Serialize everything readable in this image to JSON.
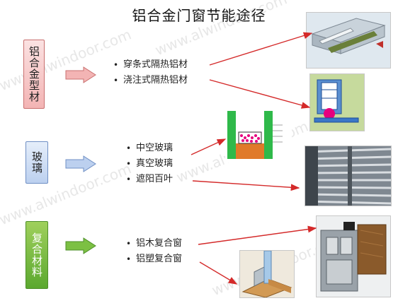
{
  "title": "铝合金门窗节能途径",
  "watermark": "www.alwindoor.com",
  "categories": [
    {
      "label": "铝合金型材",
      "items": [
        "穿条式隔热铝材",
        "浇注式隔热铝材"
      ]
    },
    {
      "label": "玻璃",
      "items": [
        "中空玻璃",
        "真空玻璃",
        "遮阳百叶"
      ]
    },
    {
      "label": "复合材料",
      "items": [
        "铝木复合窗",
        "铝塑复合窗"
      ]
    }
  ],
  "bullet": "•",
  "colors": {
    "arrow_red": "#d42a2a",
    "arrow_block": "#f3b4b4",
    "arrow_block_blue": "#bcd0ef",
    "arrow_block_green": "#7cc043"
  }
}
